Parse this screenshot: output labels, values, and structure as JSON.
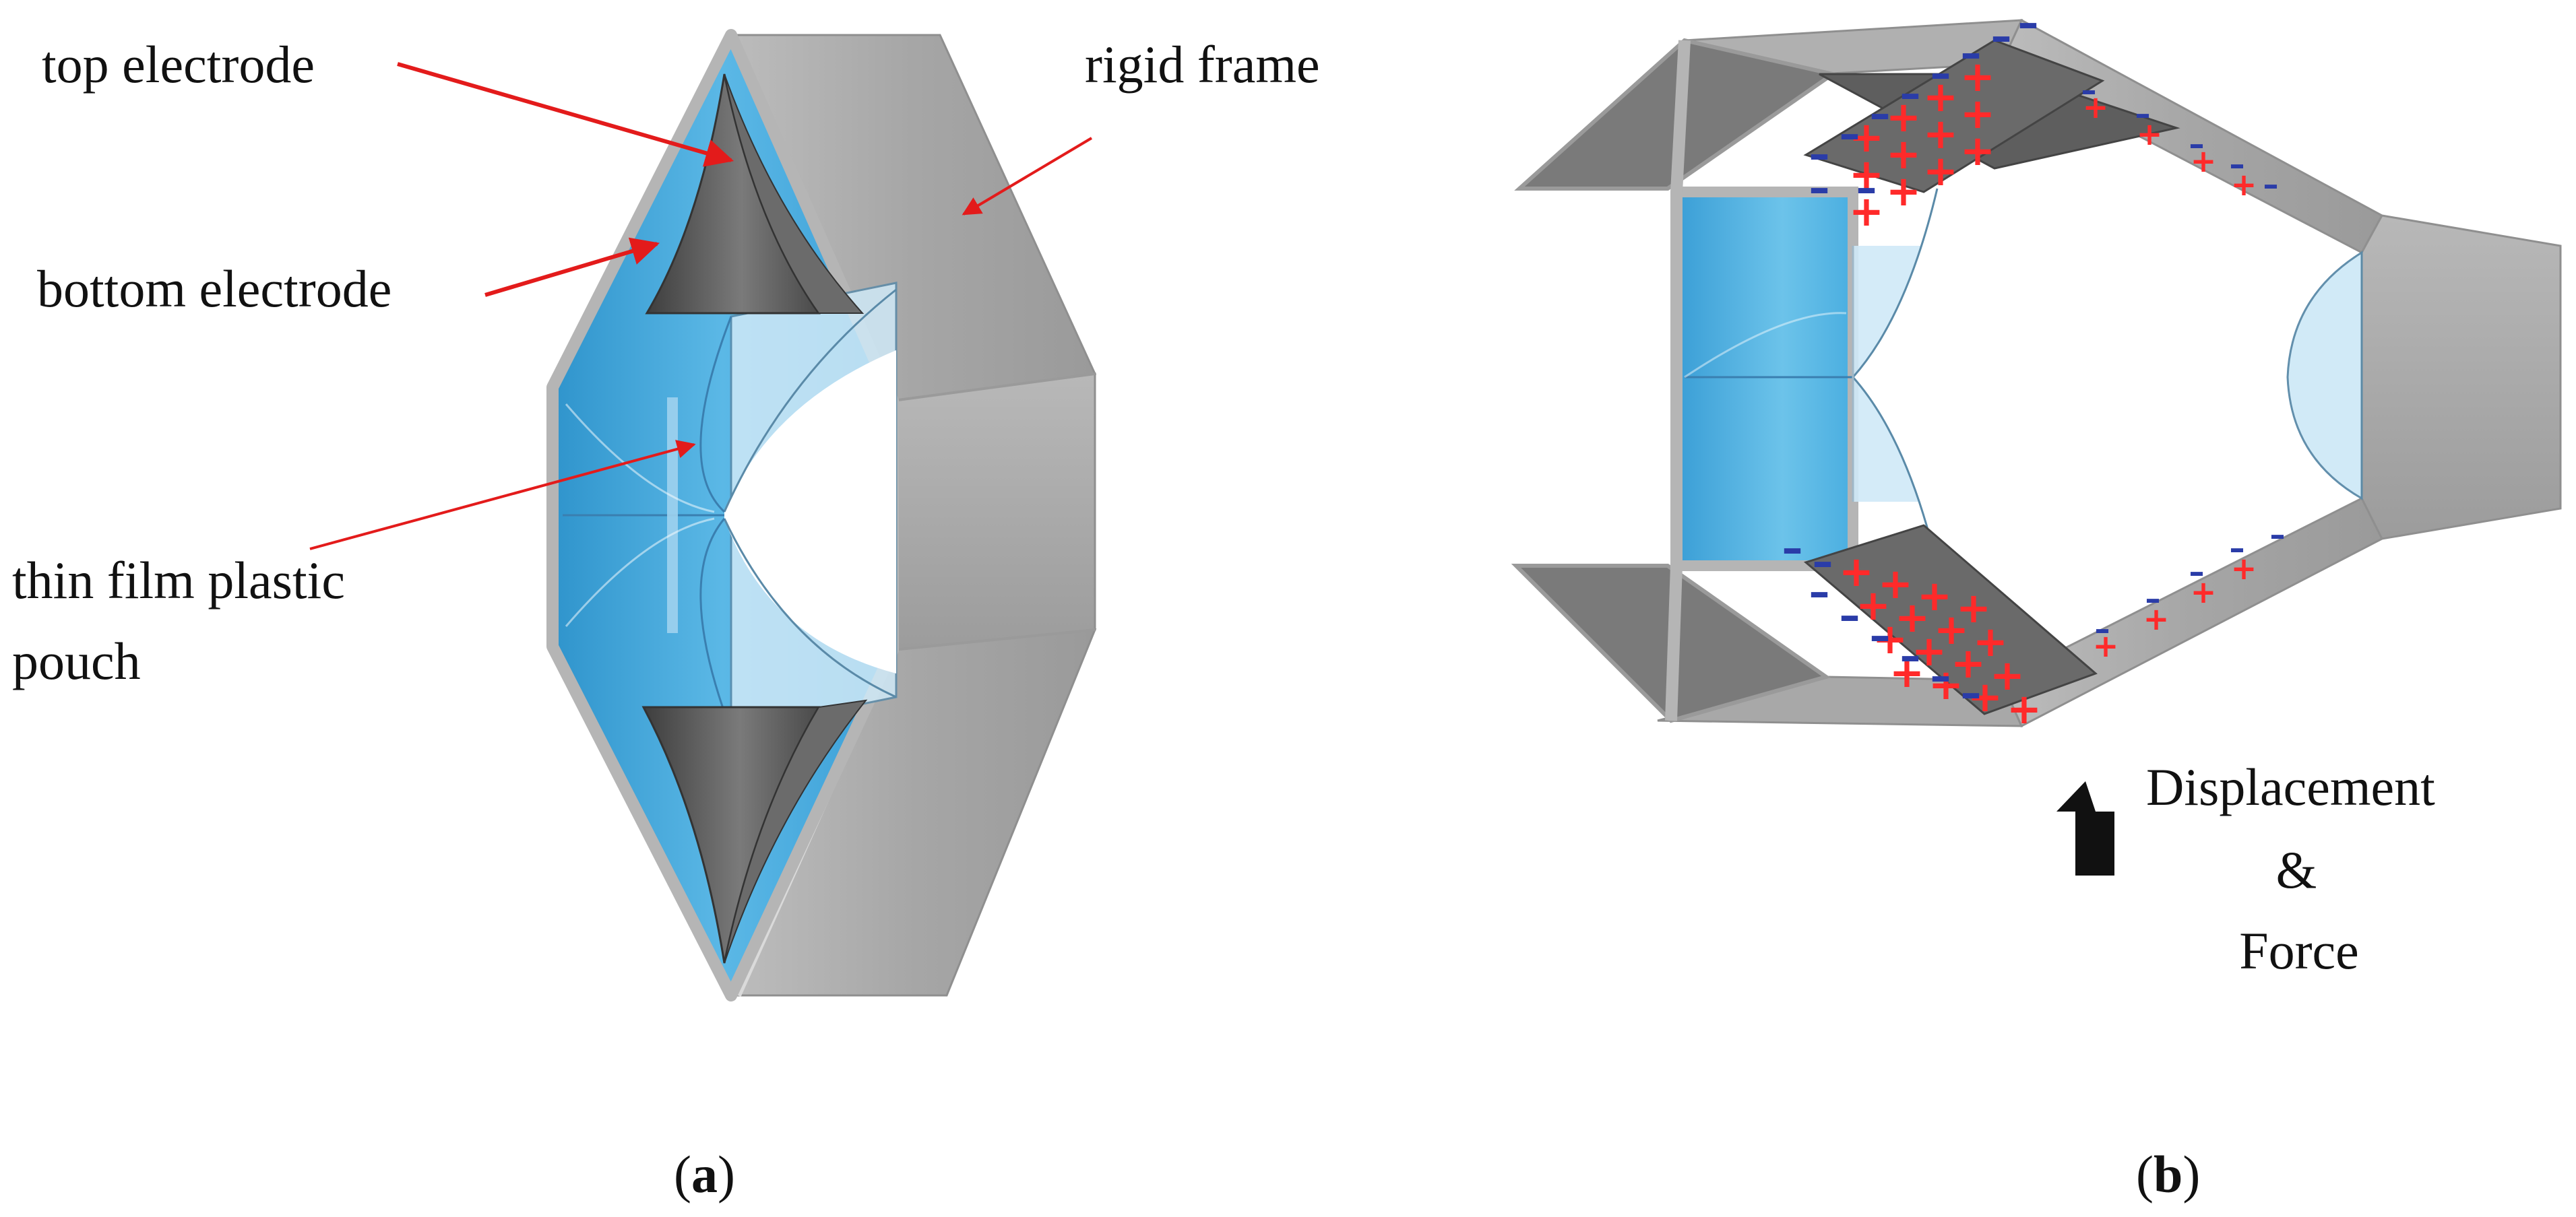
{
  "panel_a": {
    "labels": {
      "top_electrode": "top electrode",
      "rigid_frame": "rigid frame",
      "bottom_electrode": "bottom electrode",
      "pouch_line1": "thin film plastic",
      "pouch_line2": "pouch"
    },
    "caption": {
      "open": "(",
      "letter": "a",
      "close": ")"
    }
  },
  "panel_b": {
    "labels": {
      "displacement": "Displacement",
      "ampersand": "&",
      "force": "Force"
    },
    "charge_symbols": {
      "positive": "+",
      "negative": "–"
    },
    "caption": {
      "open": "(",
      "letter": "b",
      "close": ")"
    }
  },
  "colors": {
    "arrow_red": "#e31b1b",
    "frame_gray": "#a8a8a8",
    "frame_dark": "#8a8a8a",
    "frame_light": "#c4c4c4",
    "fluid_blue": "#4aaee0",
    "fluid_light": "#cfe9f7",
    "electrode_dark": "#555555",
    "plus_red": "#ff2a2a",
    "minus_blue": "#2a3ca8"
  }
}
